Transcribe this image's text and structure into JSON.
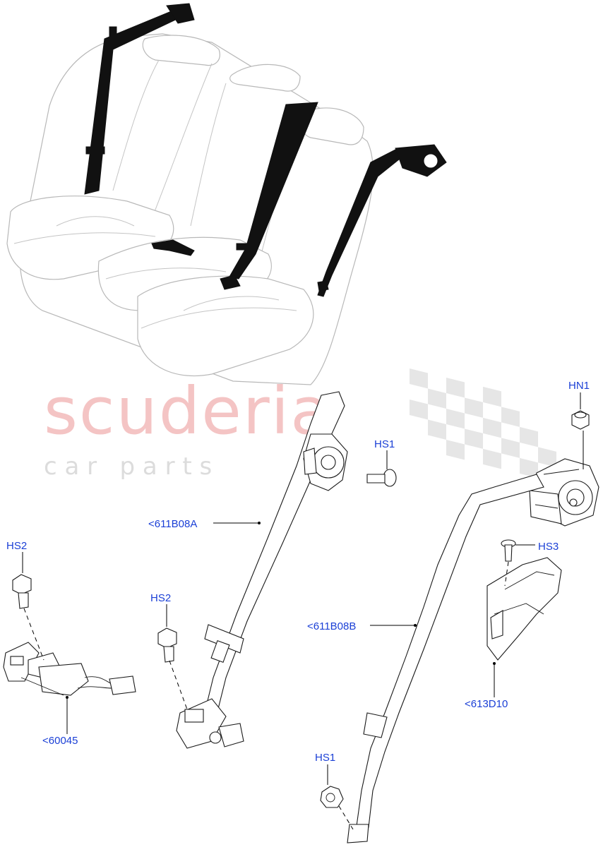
{
  "watermark": {
    "brand": "scuderia",
    "tagline": "c a r   p a r t s",
    "brand_color": "#f4c4c4",
    "tagline_color": "#dcdcdc",
    "flag_color": "#e6e6e6"
  },
  "callouts": {
    "hn1": "HN1",
    "hs1_top": "HS1",
    "hs2_left": "HS2",
    "hs2_mid": "HS2",
    "hs3": "HS3",
    "belt_a": "<611B08A",
    "belt_b": "<611B08B",
    "guide": "<613D10",
    "buckle": "<60045",
    "hs1_bottom": "HS1"
  },
  "colors": {
    "callout_text": "#1a3fd6",
    "line_art": "#1a1a1a",
    "seat_outline": "#b8b8b8",
    "belt_fill": "#111111"
  }
}
